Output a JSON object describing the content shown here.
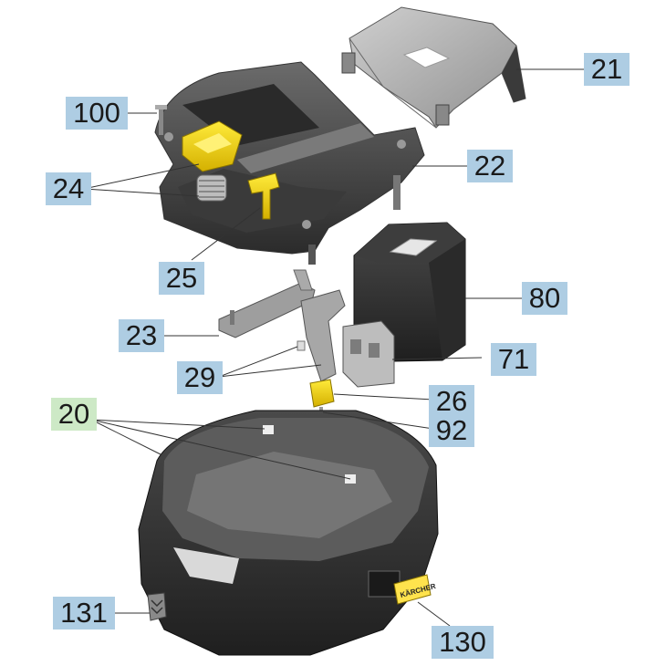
{
  "diagram": {
    "brand_label": "KÄRCHER",
    "callouts": [
      {
        "id": "21",
        "label": "21",
        "color": "#aecde3"
      },
      {
        "id": "100",
        "label": "100",
        "color": "#aecde3"
      },
      {
        "id": "22",
        "label": "22",
        "color": "#aecde3"
      },
      {
        "id": "24",
        "label": "24",
        "color": "#aecde3"
      },
      {
        "id": "25",
        "label": "25",
        "color": "#aecde3"
      },
      {
        "id": "80",
        "label": "80",
        "color": "#aecde3"
      },
      {
        "id": "23",
        "label": "23",
        "color": "#aecde3"
      },
      {
        "id": "71",
        "label": "71",
        "color": "#aecde3"
      },
      {
        "id": "29",
        "label": "29",
        "color": "#aecde3"
      },
      {
        "id": "26",
        "label": "26",
        "color": "#aecde3"
      },
      {
        "id": "20",
        "label": "20",
        "color": "#cde9c6"
      },
      {
        "id": "92",
        "label": "92",
        "color": "#aecde3"
      },
      {
        "id": "131",
        "label": "131",
        "color": "#aecde3"
      },
      {
        "id": "130",
        "label": "130",
        "color": "#aecde3"
      }
    ]
  }
}
